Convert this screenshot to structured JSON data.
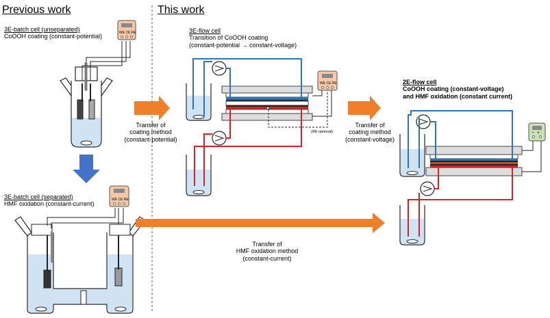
{
  "headers": {
    "previous": "Previous work",
    "current": "This work"
  },
  "cells": {
    "batch_unseparated": {
      "title": "3E-batch cell (unseparated)",
      "desc": "CoOOH coating (constant-potential)"
    },
    "batch_separated": {
      "title": "3E-batch cell (separated)",
      "desc": "HMF oxidation (constant-current)"
    },
    "flow3e": {
      "title": "3E-flow cell",
      "desc1": "Transition of CoOOH coating",
      "desc2": "(constant-potential → constant-voltage)"
    },
    "flow2e": {
      "title": "2E-flow cell",
      "desc1": "CoOOH coating (constant-voltage)",
      "desc2": "and HMF oxidation (constant current)"
    }
  },
  "transfers": {
    "t1": [
      "Transfer of",
      "coating method",
      "(constant-potential)"
    ],
    "t2": [
      "Transfer of",
      "coating method",
      "(constant-voltage)"
    ],
    "t3": [
      "Transfer of",
      "HMF oxidation method",
      "(constant-current)"
    ]
  },
  "re_optional": "(RE optional)",
  "potentiostat_labels": [
    "WE",
    "CE",
    "RE"
  ],
  "power_supply_labels": [
    "−",
    "+"
  ],
  "colors": {
    "orange_arrow": "#f07f2c",
    "blue_arrow": "#4472c4",
    "blue_line": "#2e75b6",
    "red_line": "#e02020",
    "electrolyte": "#cfe3f5",
    "potentiostat": "#f6c8a8",
    "power_supply": "#c9e3b5"
  }
}
